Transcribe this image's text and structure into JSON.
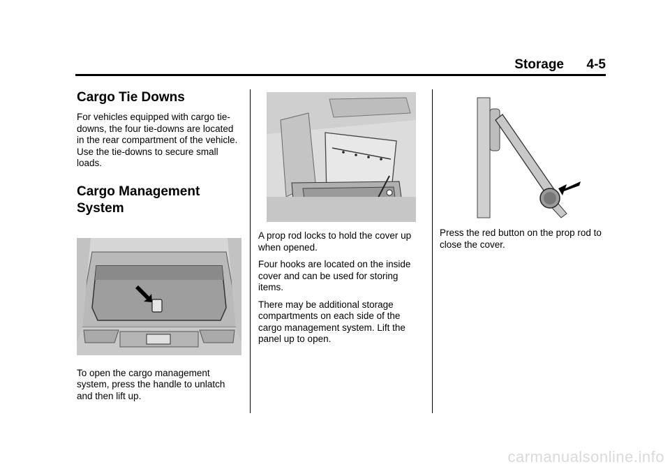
{
  "header": {
    "section": "Storage",
    "page": "4-5"
  },
  "col1": {
    "heading1": "Cargo Tie Downs",
    "para1": "For vehicles equipped with cargo tie-downs, the four tie-downs are located in the rear compartment of the vehicle. Use the tie-downs to secure small loads.",
    "heading2": "Cargo Management System",
    "para2": "To open the cargo management system, press the handle to unlatch and then lift up."
  },
  "col2": {
    "para1": "A prop rod locks to hold the cover up when opened.",
    "para2": "Four hooks are located on the inside cover and can be used for storing items.",
    "para3": "There may be additional storage compartments on each side of the cargo management system. Lift the panel up to open."
  },
  "col3": {
    "para1": "Press the red button on the prop rod to close the cover."
  },
  "footer": {
    "watermark": "carmanualsonline.info"
  }
}
